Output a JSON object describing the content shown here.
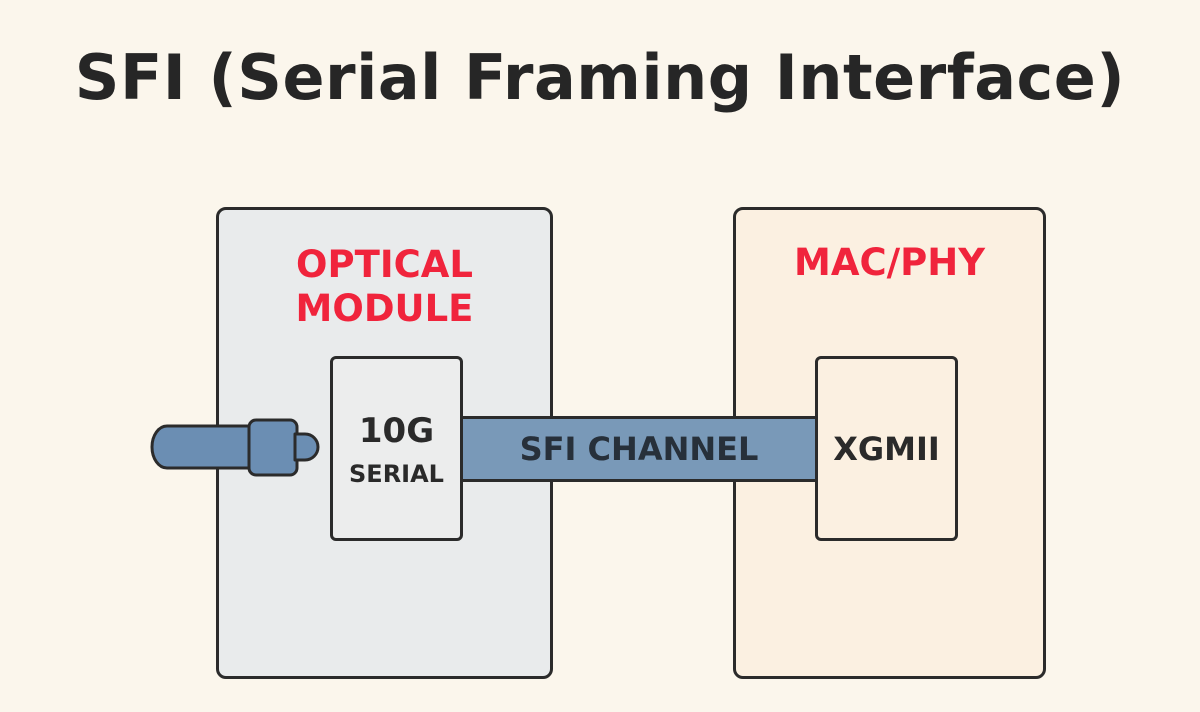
{
  "title": "SFI (Serial Framing Interface)",
  "left_panel": {
    "title": "OPTICAL\nMODULE",
    "inner_box": {
      "line1": "10G",
      "line2": "SERIAL"
    }
  },
  "right_panel": {
    "title": "MAC/PHY",
    "inner_box": {
      "label": "XGMII"
    }
  },
  "channel": {
    "label": "SFI CHANNEL"
  },
  "colors": {
    "background": "#fbf6ec",
    "title_text": "#262626",
    "accent_red": "#f0243c",
    "channel_blue": "#7999b8",
    "left_panel_fill": "#e9ebec",
    "right_panel_fill": "#fbf0e1"
  }
}
